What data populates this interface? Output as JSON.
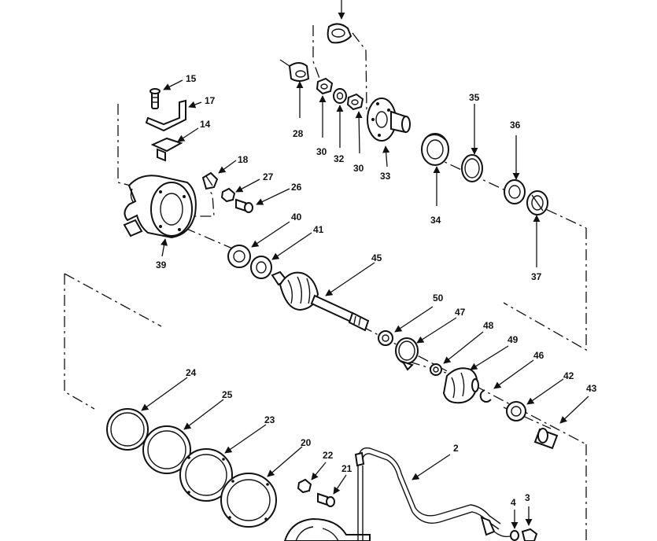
{
  "colors": {
    "ink": "#111111",
    "paper": "#ffffff"
  },
  "callouts": {
    "c2": "2",
    "c3": "3",
    "c4": "4",
    "c14": "14",
    "c15": "15",
    "c17": "17",
    "c18": "18",
    "c20": "20",
    "c21": "21",
    "c22": "22",
    "c23": "23",
    "c24": "24",
    "c25": "25",
    "c26": "26",
    "c27": "27",
    "c28": "28",
    "c30a": "30",
    "c30b": "30",
    "c32": "32",
    "c33": "33",
    "c34": "34",
    "c35": "35",
    "c36": "36",
    "c37": "37",
    "c39": "39",
    "c40": "40",
    "c41": "41",
    "c42": "42",
    "c43": "43",
    "c45": "45",
    "c46": "46",
    "c47": "47",
    "c48": "48",
    "c49": "49",
    "c50": "50"
  }
}
